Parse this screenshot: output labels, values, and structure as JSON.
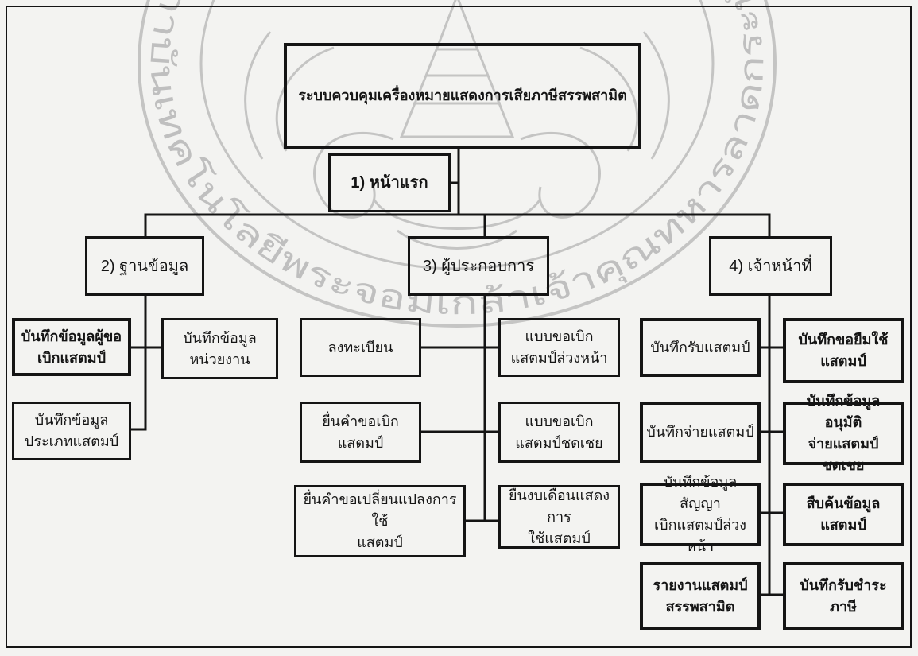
{
  "colors": {
    "ink": "#141414",
    "paper": "#f3f3f1",
    "watermark": "#9e9e9e"
  },
  "watermark": {
    "seal_text": "สถาบันเทคโนโลยีพระจอมเกล้าเจ้าคุณทหารลาดกระบัง"
  },
  "diagram": {
    "root": {
      "label": "ระบบควบคุมเครื่องหมายแสดงการเสียภาษีสรรพสามิต"
    },
    "home": {
      "label": "1) หน้าแรก"
    },
    "branches": [
      {
        "label": "2) ฐานข้อมูล",
        "children": [
          {
            "lines": [
              "บันทึกข้อมูลผู้ขอ",
              "เบิกแสตมป์"
            ]
          },
          {
            "lines": [
              "บันทึกข้อมูล",
              "หน่วยงาน"
            ]
          },
          {
            "lines": [
              "บันทึกข้อมูล",
              "ประเภทแสตมป์"
            ]
          }
        ]
      },
      {
        "label": "3) ผู้ประกอบการ",
        "children": [
          {
            "lines": [
              "ลงทะเบียน"
            ]
          },
          {
            "lines": [
              "แบบขอเบิก",
              "แสตมป์ล่วงหน้า"
            ]
          },
          {
            "lines": [
              "ยื่นคำขอเบิก",
              "แสตมป์"
            ]
          },
          {
            "lines": [
              "แบบขอเบิก",
              "แสตมป์ชดเชย"
            ]
          },
          {
            "lines": [
              "ยื่นคำขอเปลี่ยนแปลงการใช้",
              "แสตมป์"
            ]
          },
          {
            "lines": [
              "ยื่นงบเดือนแสดงการ",
              "ใช้แสตมป์"
            ]
          }
        ]
      },
      {
        "label": "4) เจ้าหน้าที่",
        "children": [
          {
            "lines": [
              "บันทึกรับแสตมป์"
            ]
          },
          {
            "lines": [
              "บันทึกขอยืมใช้",
              "แสตมป์"
            ]
          },
          {
            "lines": [
              "บันทึกจ่ายแสตมป์"
            ]
          },
          {
            "lines": [
              "บันทึกข้อมูลอนุมัติ",
              "จ่ายแสตมป์ชดเชย"
            ]
          },
          {
            "lines": [
              "บันทึกข้อมูลสัญญา",
              "เบิกแสตมป์ล่วงหน้า"
            ]
          },
          {
            "lines": [
              "สืบค้นข้อมูลแสตมป์"
            ]
          },
          {
            "lines": [
              "รายงานแสตมป์",
              "สรรพสามิต"
            ]
          },
          {
            "lines": [
              "บันทึกรับชำระภาษี"
            ]
          }
        ]
      }
    ]
  }
}
